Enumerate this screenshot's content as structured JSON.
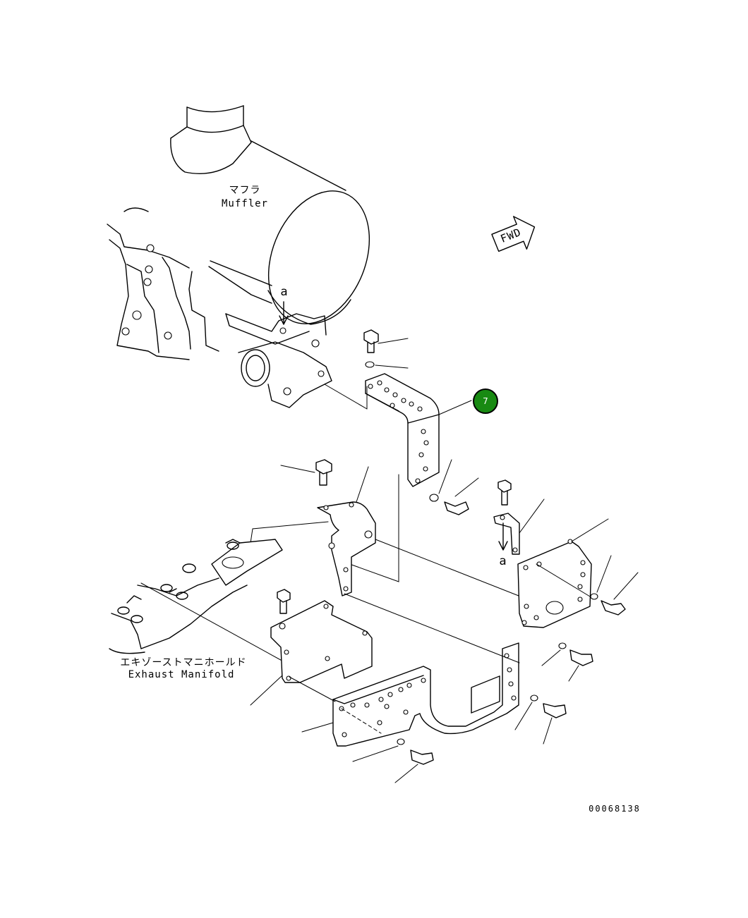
{
  "labels": {
    "muffler_jp": "マフラ",
    "muffler_en": "Muffler",
    "manifold_jp": "エキゾーストマニホールド",
    "manifold_en": "Exhaust Manifold",
    "fwd": "FWD",
    "ref_a_top": "a",
    "ref_a_side": "a",
    "drawing_number": "00068138"
  },
  "callout": {
    "number": "7",
    "color": "#188a12"
  }
}
